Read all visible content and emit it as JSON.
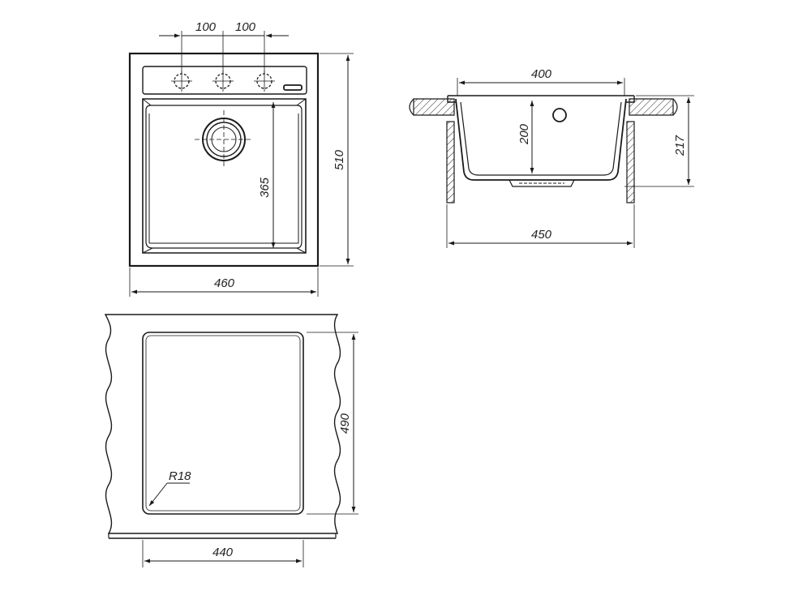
{
  "drawing": {
    "top_view": {
      "dim_hole_spacing_left": "100",
      "dim_hole_spacing_right": "100",
      "dim_bowl_depth": "365",
      "dim_total_depth": "510",
      "dim_total_width": "460"
    },
    "side_view": {
      "dim_bowl_width": "400",
      "dim_bowl_height": "200",
      "dim_total_height": "217",
      "dim_base_width": "450"
    },
    "cutout_view": {
      "dim_radius": "R18",
      "dim_cutout_height": "490",
      "dim_cutout_width": "440"
    }
  }
}
